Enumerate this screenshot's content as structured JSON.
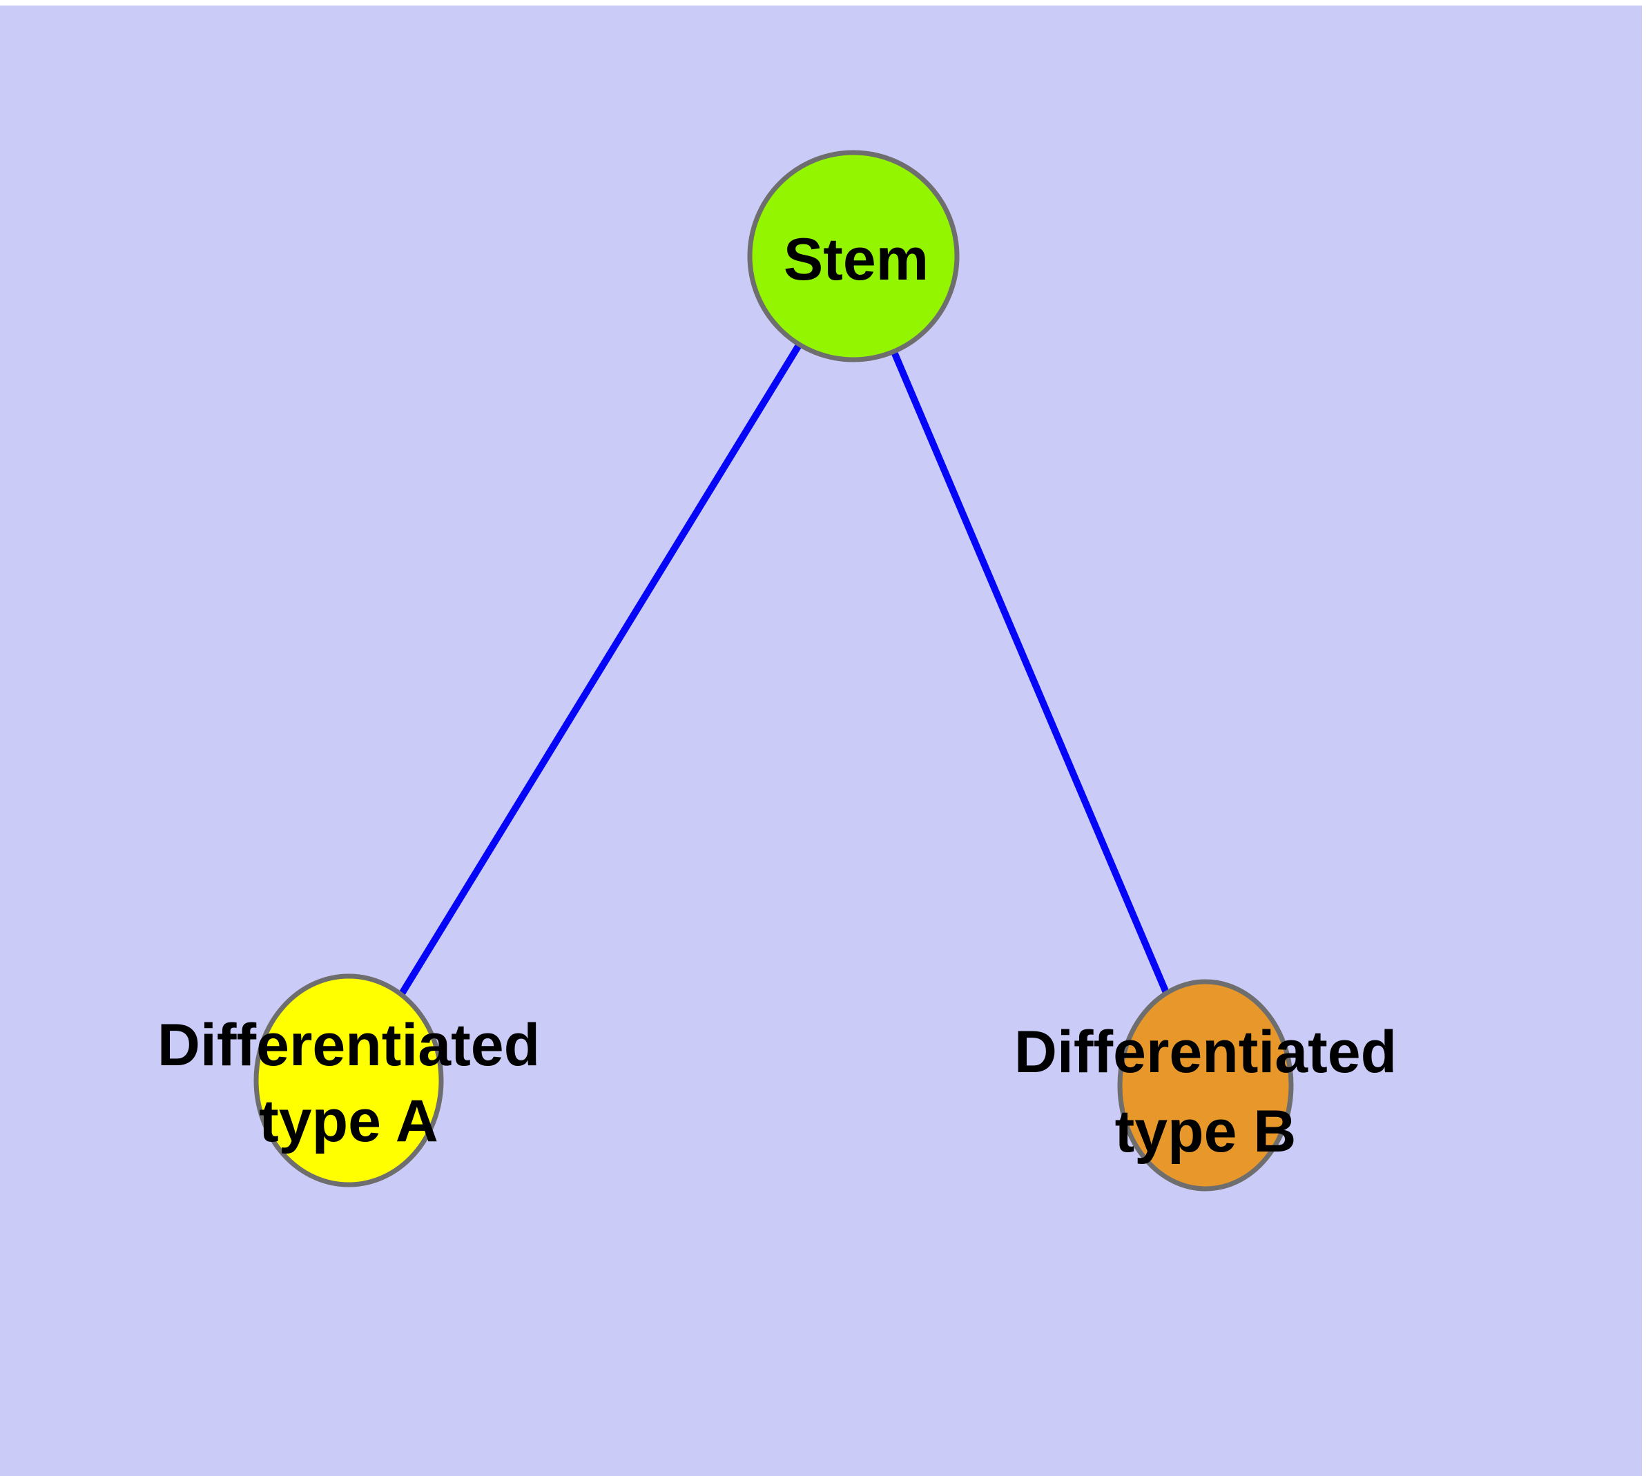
{
  "diagram": {
    "type": "node-link-graph",
    "title": "Stem cell differentiation diagram",
    "background_color": "#CBCBF8",
    "margin_color": "#FFFFFF",
    "edge_color": "#0505F8",
    "node_border_color": "#6E6E6E",
    "label_color": "#000000",
    "nodes": [
      {
        "id": "stem",
        "label": "Stem",
        "label_line1": "Stem",
        "label_line2": "",
        "fill_color": "#94F500"
      },
      {
        "id": "diff-a",
        "label": "Differentiated type A",
        "label_line1": "Differentiated",
        "label_line2": "type A",
        "fill_color": "#FFFF00"
      },
      {
        "id": "diff-b",
        "label": "Differentiated type B",
        "label_line1": "Differentiated",
        "label_line2": "type B",
        "fill_color": "#E8982A"
      }
    ],
    "edges": [
      {
        "from": "Stem",
        "to": "Differentiated type A"
      },
      {
        "from": "Stem",
        "to": "Differentiated type B"
      }
    ]
  }
}
